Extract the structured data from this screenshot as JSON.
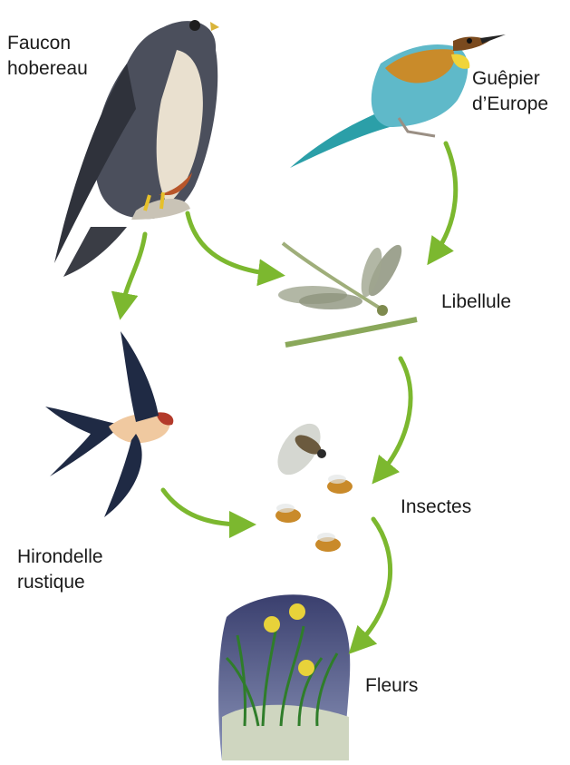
{
  "colors": {
    "arrow": "#7cb82f",
    "background": "#ffffff"
  },
  "labels": {
    "faucon": "Faucon\nhobereau",
    "guepier": "Guêpier\nd’Europe",
    "libellule": "Libellule",
    "hirondelle": "Hirondelle\nrustique",
    "insectes": "Insectes",
    "fleurs": "Fleurs"
  }
}
